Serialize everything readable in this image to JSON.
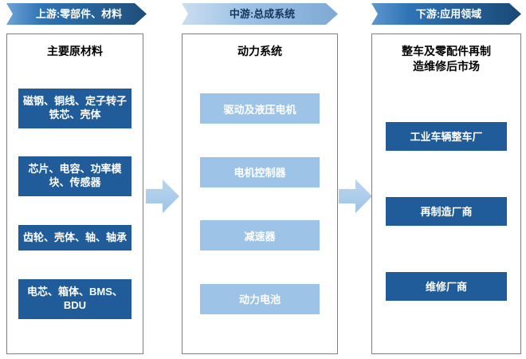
{
  "colors": {
    "dark_blue": "#1F5C99",
    "light_blue": "#9DC3E6",
    "banner_dark": "#1F4E79",
    "banner_light": "#9DC3E6",
    "panel_border": "#7F7F7F"
  },
  "columns": [
    {
      "banner": "上游:零部件、材料",
      "title": "主要原材料",
      "items": [
        "磁钢、铜线、定子转子铁芯、壳体",
        "芯片、电容、功率模块、传感器",
        "齿轮、壳体、轴、轴承",
        "电芯、箱体、BMS、BDU"
      ]
    },
    {
      "banner": "中游:总成系统",
      "title": "动力系统",
      "items": [
        "驱动及液压电机",
        "电机控制器",
        "减速器",
        "动力电池"
      ]
    },
    {
      "banner": "下游:应用领域",
      "title": "整车及零配件再制造维修后市场",
      "items": [
        "工业车辆整车厂",
        "再制造厂商",
        "维修厂商"
      ]
    }
  ]
}
